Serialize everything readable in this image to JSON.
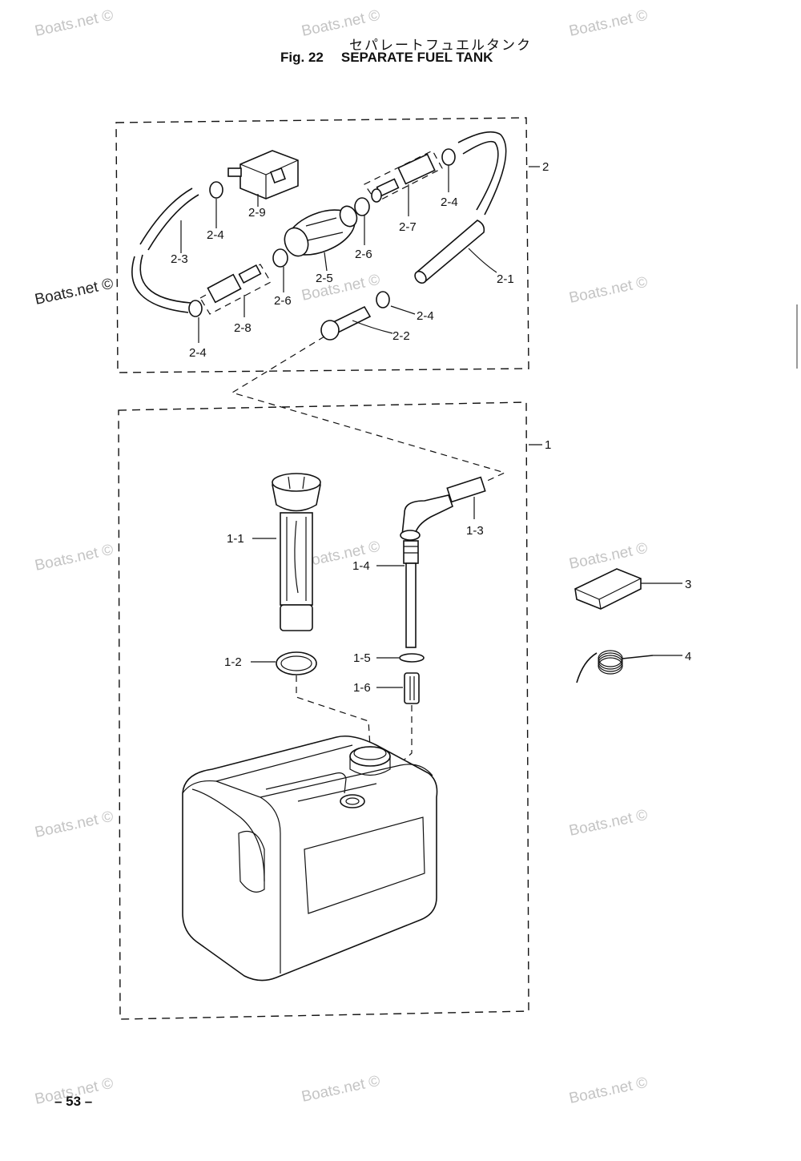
{
  "header": {
    "title_jp": "セパレートフュエルタンク",
    "fig_label": "Fig. 22",
    "title_en": "SEPARATE FUEL TANK"
  },
  "callouts": {
    "c2": "2",
    "c1": "1",
    "c3": "3",
    "c4": "4",
    "c2_1": "2-1",
    "c2_2": "2-2",
    "c2_3": "2-3",
    "c2_4a": "2-4",
    "c2_4b": "2-4",
    "c2_4c": "2-4",
    "c2_4d": "2-4",
    "c2_5": "2-5",
    "c2_6a": "2-6",
    "c2_6b": "2-6",
    "c2_7": "2-7",
    "c2_8": "2-8",
    "c2_9": "2-9",
    "c1_1": "1-1",
    "c1_2": "1-2",
    "c1_3": "1-3",
    "c1_4": "1-4",
    "c1_5": "1-5",
    "c1_6": "1-6"
  },
  "watermark": "Boats.net ©",
  "footer": {
    "page_number": "– 53 –"
  }
}
